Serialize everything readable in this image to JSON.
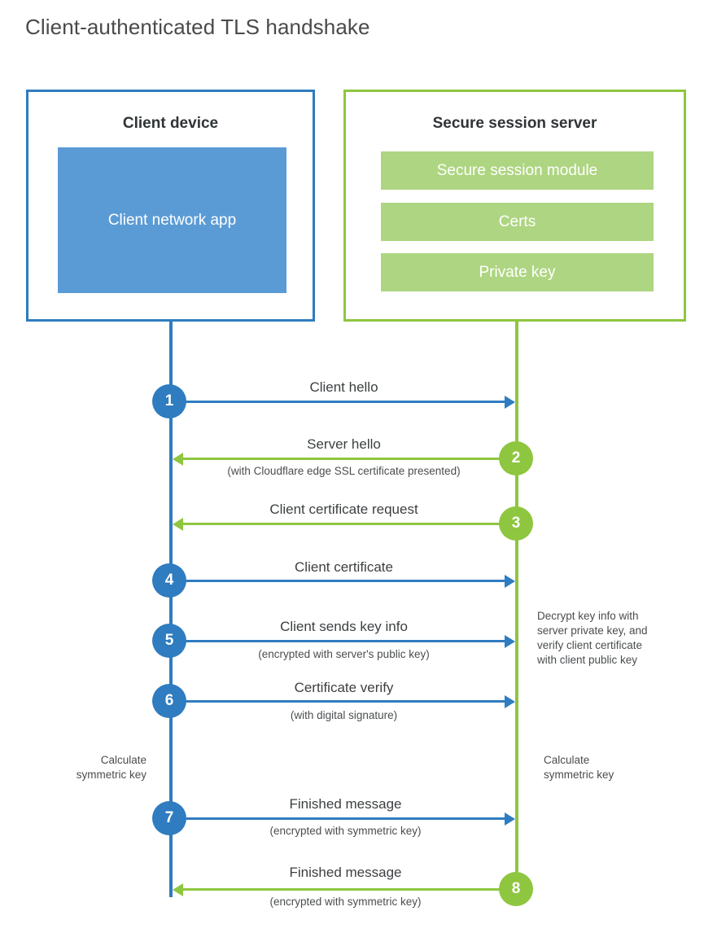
{
  "title": "Client-authenticated TLS handshake",
  "colors": {
    "blue": "#2f7cc0",
    "blue_fill": "#5b9bd5",
    "green": "#8ec63f",
    "green_fill": "#aed581",
    "title_text": "#4a4a4a",
    "body_text": "#4a4d4f"
  },
  "actors": {
    "client": {
      "title": "Client device",
      "app_label": "Client network app"
    },
    "server": {
      "title": "Secure session server",
      "bars": [
        {
          "label": "Secure session module"
        },
        {
          "label": "Certs"
        },
        {
          "label": "Private key"
        }
      ]
    }
  },
  "steps": [
    {
      "number": "1",
      "label": "Client hello",
      "sublabel": "",
      "direction": "client-to-server",
      "color": "blue"
    },
    {
      "number": "2",
      "label": "Server hello",
      "sublabel": "(with Cloudflare edge SSL certificate presented)",
      "direction": "server-to-client",
      "color": "green"
    },
    {
      "number": "3",
      "label": "Client certificate request",
      "sublabel": "",
      "direction": "server-to-client",
      "color": "green"
    },
    {
      "number": "4",
      "label": "Client certificate",
      "sublabel": "",
      "direction": "client-to-server",
      "color": "blue"
    },
    {
      "number": "5",
      "label": "Client sends key info",
      "sublabel": "(encrypted with server's public key)",
      "direction": "client-to-server",
      "color": "blue"
    },
    {
      "number": "6",
      "label": "Certificate verify",
      "sublabel": "(with digital signature)",
      "direction": "client-to-server",
      "color": "blue"
    },
    {
      "number": "7",
      "label": "Finished message",
      "sublabel": "(encrypted with symmetric key)",
      "direction": "client-to-server",
      "color": "blue"
    },
    {
      "number": "8",
      "label": "Finished message",
      "sublabel": "(encrypted with symmetric key)",
      "direction": "server-to-client",
      "color": "green"
    }
  ],
  "notes": {
    "server_decrypt": "Decrypt key info with server private key, and verify client certificate with client public key",
    "server_decrypt_lines": [
      "Decrypt key info with",
      "server private key, and",
      "verify client certificate",
      "with client public key"
    ],
    "client_calculate_lines": [
      "Calculate",
      "symmetric key"
    ],
    "server_calculate_lines": [
      "Calculate",
      "symmetric key"
    ]
  }
}
